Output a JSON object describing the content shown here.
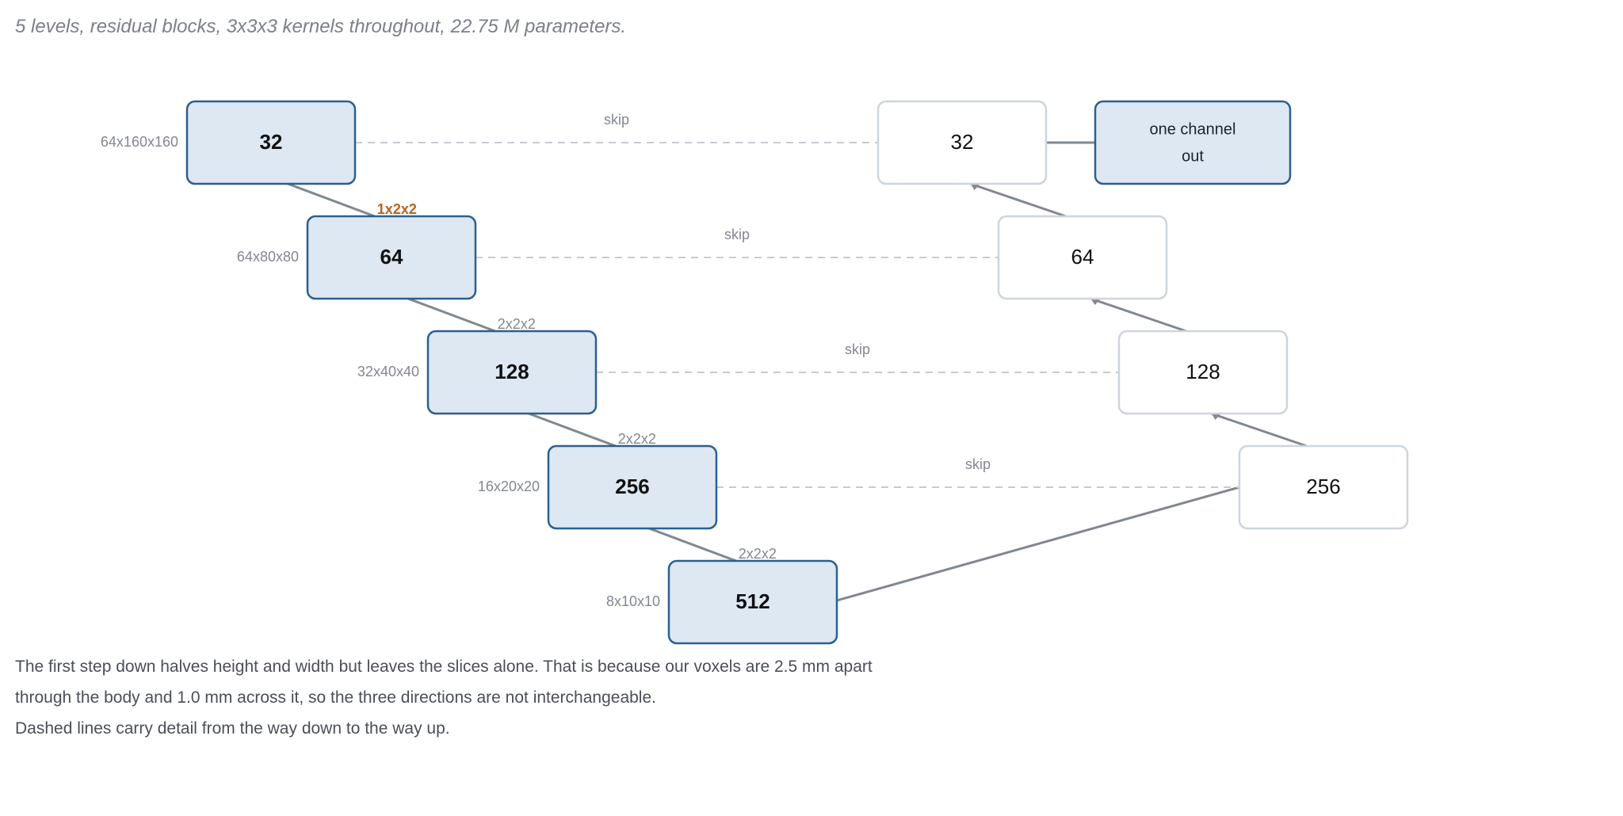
{
  "caption": "5 levels, residual blocks, 3x3x3 kernels throughout, 22.75 M parameters.",
  "diagram": {
    "encoder": [
      {
        "channels": "32",
        "shape": "64x160x160"
      },
      {
        "channels": "64",
        "shape": "64x80x80",
        "downsample": "1x2x2"
      },
      {
        "channels": "128",
        "shape": "32x40x40",
        "downsample": "2x2x2"
      },
      {
        "channels": "256",
        "shape": "16x20x20",
        "downsample": "2x2x2"
      },
      {
        "channels": "512",
        "shape": "8x10x10",
        "downsample": "2x2x2"
      }
    ],
    "decoder": [
      {
        "channels": "32"
      },
      {
        "channels": "64"
      },
      {
        "channels": "128"
      },
      {
        "channels": "256"
      }
    ],
    "skip_label": "skip",
    "output": [
      "one channel",
      "out"
    ]
  },
  "description": [
    "The first step down halves height and width but leaves the slices alone. That is because our voxels are 2.5 mm apart",
    "through the body and 1.0 mm across it, so the three directions are not interchangeable.",
    "Dashed lines carry detail from the way down to the way up."
  ],
  "colors": {
    "encoder_fill": "#dde8f3",
    "encoder_stroke": "#2c5f8f",
    "decoder_fill": "#ffffff",
    "decoder_stroke": "#cdd5dd",
    "edge": "#808890",
    "skip": "#c5ccd3",
    "highlight_label": "#b5651d",
    "muted_text": "#808890"
  }
}
